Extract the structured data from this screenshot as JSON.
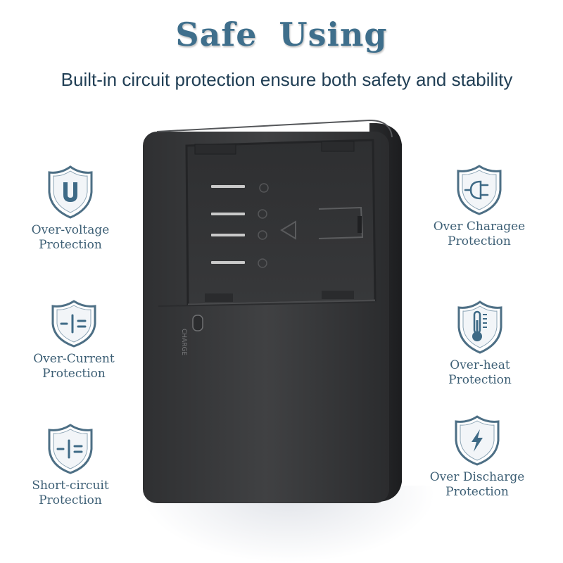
{
  "header": {
    "title": "Safe  Using",
    "subtitle": "Built-in circuit protection ensure both safety and stability"
  },
  "charger": {
    "led_label": "CHARGE"
  },
  "features": {
    "over_voltage": {
      "line1": "Over-voltage",
      "line2": "Protection",
      "icon": "shield-u-icon"
    },
    "over_current": {
      "line1": "Over-Current",
      "line2": "Protection",
      "icon": "shield-current-icon"
    },
    "short_circuit": {
      "line1": "Short-circuit",
      "line2": "Protection",
      "icon": "shield-circuit-icon"
    },
    "over_charge": {
      "line1": "Over Charagee",
      "line2": "Protection",
      "icon": "shield-plug-icon"
    },
    "over_heat": {
      "line1": "Over-heat",
      "line2": "Protection",
      "icon": "shield-thermometer-icon"
    },
    "over_discharge": {
      "line1": "Over Discharge",
      "line2": "Protection",
      "icon": "shield-lightning-icon"
    }
  },
  "colors": {
    "title": "#3f6f8c",
    "subtitle": "#213f55",
    "icon_stroke": "#4d6f85",
    "label": "#3d5f75",
    "charger_body": "#3a3b3d"
  }
}
